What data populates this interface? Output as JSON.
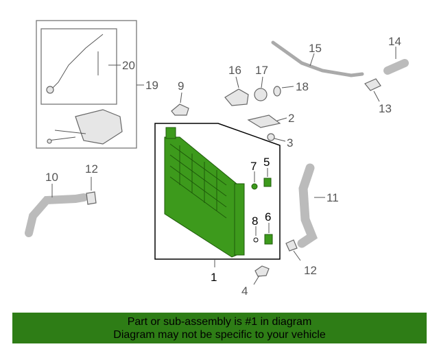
{
  "callouts": {
    "c1": "1",
    "c2": "2",
    "c3": "3",
    "c4": "4",
    "c5": "5",
    "c6": "6",
    "c7": "7",
    "c8": "8",
    "c9": "9",
    "c10": "10",
    "c11": "11",
    "c12a": "12",
    "c12b": "12",
    "c13": "13",
    "c14": "14",
    "c15": "15",
    "c16": "16",
    "c17": "17",
    "c18": "18",
    "c19": "19",
    "c20": "20"
  },
  "banner": {
    "line1": "Part or sub-assembly is #1 in diagram",
    "line2": "Diagram may not be specific to your vehicle"
  },
  "colors": {
    "highlight": "#2e7d16",
    "radiator": "#3d9a1c"
  }
}
